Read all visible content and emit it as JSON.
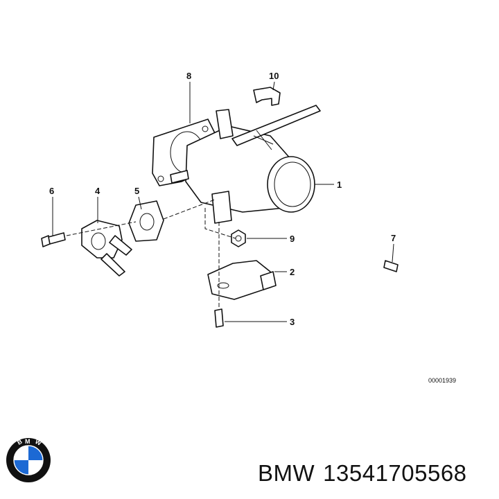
{
  "diagram": {
    "callouts": [
      "1",
      "2",
      "3",
      "4",
      "5",
      "6",
      "7",
      "8",
      "9",
      "10"
    ],
    "reference_code": "00001939"
  },
  "brand": {
    "logo_letters": "BMW",
    "colors": {
      "blue": "#1c69d4",
      "ring": "#111111",
      "white": "#ffffff"
    }
  },
  "caption": {
    "brand": "BMW",
    "part_number": "13541705568"
  }
}
